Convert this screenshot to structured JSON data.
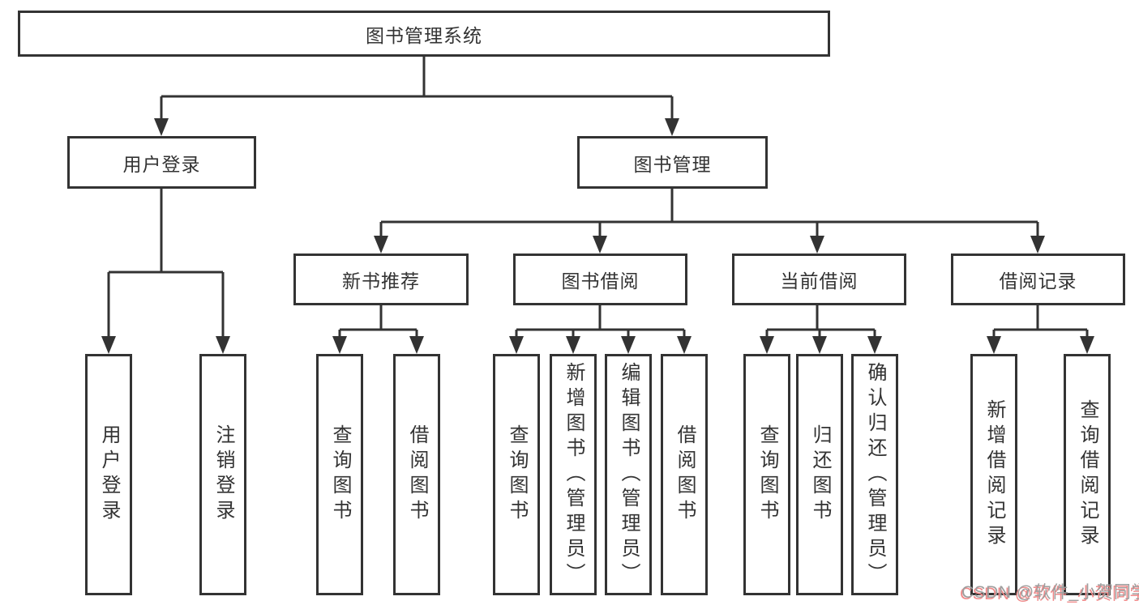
{
  "diagram": {
    "root": {
      "label": "图书管理系统"
    },
    "children": [
      {
        "label": "用户登录",
        "children": [
          {
            "label": "用户登录"
          },
          {
            "label": "注销登录"
          }
        ]
      },
      {
        "label": "图书管理",
        "children": [
          {
            "label": "新书推荐",
            "children": [
              {
                "label": "查询图书"
              },
              {
                "label": "借阅图书"
              }
            ]
          },
          {
            "label": "图书借阅",
            "children": [
              {
                "label": "查询图书"
              },
              {
                "label": "新增图书（管理员）"
              },
              {
                "label": "编辑图书（管理员）"
              },
              {
                "label": "借阅图书"
              }
            ]
          },
          {
            "label": "当前借阅",
            "children": [
              {
                "label": "查询图书"
              },
              {
                "label": "归还图书"
              },
              {
                "label": "确认归还（管理员）"
              }
            ]
          },
          {
            "label": "借阅记录",
            "children": [
              {
                "label": "新增借阅记录"
              },
              {
                "label": "查询借阅记录"
              }
            ]
          }
        ]
      }
    ]
  },
  "watermark": {
    "text": "CSDN @软件_小贺同学"
  },
  "colors": {
    "line": "#333333",
    "text": "#333333",
    "box_fill": "#ffffff",
    "watermark": "#9e9e9e",
    "watermark_shadow": "#f08a8a"
  }
}
